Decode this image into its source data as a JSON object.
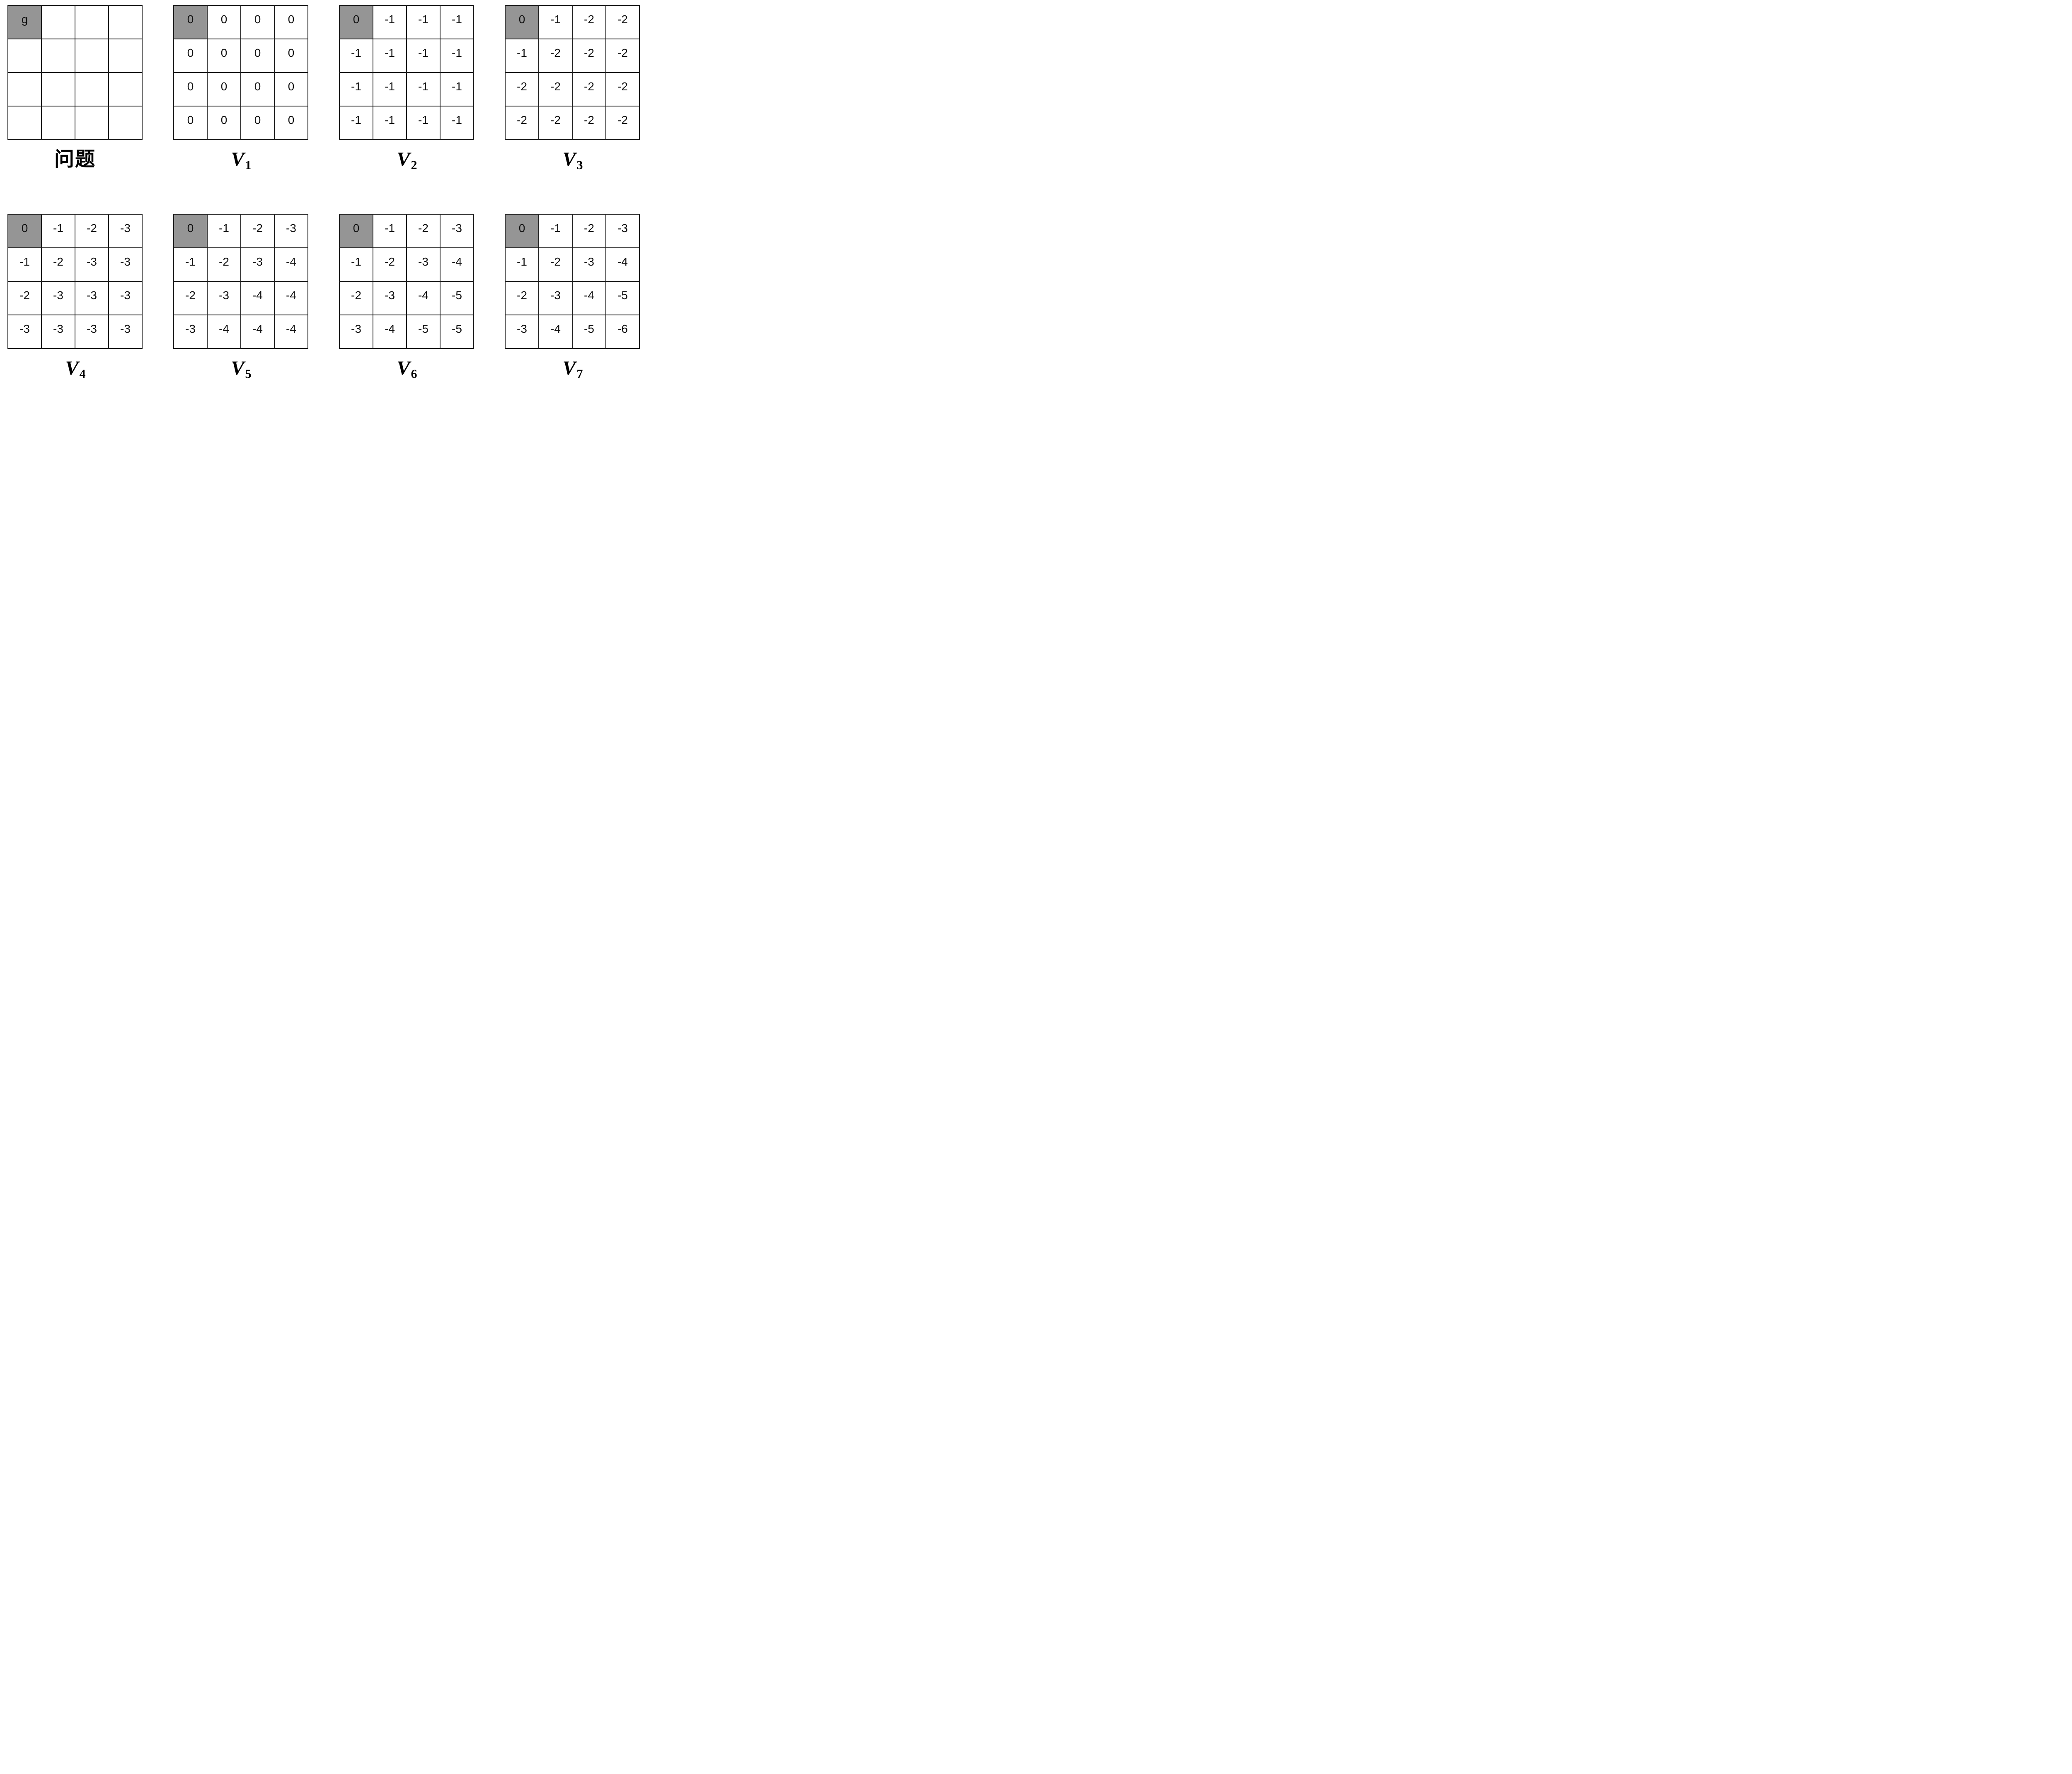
{
  "colors": {
    "goal_cell_fill": "#959595",
    "grid_line": "#1c1c1c",
    "cell_fill": "#ffffff",
    "text": "#111111"
  },
  "grids": [
    {
      "id": "problem",
      "caption": {
        "base": "问题",
        "sub": "",
        "cjk": true
      },
      "goal": [
        0,
        0
      ],
      "cells": [
        [
          "g",
          "",
          "",
          ""
        ],
        [
          "",
          "",
          "",
          ""
        ],
        [
          "",
          "",
          "",
          ""
        ],
        [
          "",
          "",
          "",
          ""
        ]
      ]
    },
    {
      "id": "v1",
      "caption": {
        "base": "V",
        "sub": "1",
        "cjk": false
      },
      "goal": [
        0,
        0
      ],
      "cells": [
        [
          "0",
          "0",
          "0",
          "0"
        ],
        [
          "0",
          "0",
          "0",
          "0"
        ],
        [
          "0",
          "0",
          "0",
          "0"
        ],
        [
          "0",
          "0",
          "0",
          "0"
        ]
      ]
    },
    {
      "id": "v2",
      "caption": {
        "base": "V",
        "sub": "2",
        "cjk": false
      },
      "goal": [
        0,
        0
      ],
      "cells": [
        [
          "0",
          "-1",
          "-1",
          "-1"
        ],
        [
          "-1",
          "-1",
          "-1",
          "-1"
        ],
        [
          "-1",
          "-1",
          "-1",
          "-1"
        ],
        [
          "-1",
          "-1",
          "-1",
          "-1"
        ]
      ]
    },
    {
      "id": "v3",
      "caption": {
        "base": "V",
        "sub": "3",
        "cjk": false
      },
      "goal": [
        0,
        0
      ],
      "cells": [
        [
          "0",
          "-1",
          "-2",
          "-2"
        ],
        [
          "-1",
          "-2",
          "-2",
          "-2"
        ],
        [
          "-2",
          "-2",
          "-2",
          "-2"
        ],
        [
          "-2",
          "-2",
          "-2",
          "-2"
        ]
      ]
    },
    {
      "id": "v4",
      "caption": {
        "base": "V",
        "sub": "4",
        "cjk": false
      },
      "goal": [
        0,
        0
      ],
      "cells": [
        [
          "0",
          "-1",
          "-2",
          "-3"
        ],
        [
          "-1",
          "-2",
          "-3",
          "-3"
        ],
        [
          "-2",
          "-3",
          "-3",
          "-3"
        ],
        [
          "-3",
          "-3",
          "-3",
          "-3"
        ]
      ]
    },
    {
      "id": "v5",
      "caption": {
        "base": "V",
        "sub": "5",
        "cjk": false
      },
      "goal": [
        0,
        0
      ],
      "cells": [
        [
          "0",
          "-1",
          "-2",
          "-3"
        ],
        [
          "-1",
          "-2",
          "-3",
          "-4"
        ],
        [
          "-2",
          "-3",
          "-4",
          "-4"
        ],
        [
          "-3",
          "-4",
          "-4",
          "-4"
        ]
      ]
    },
    {
      "id": "v6",
      "caption": {
        "base": "V",
        "sub": "6",
        "cjk": false
      },
      "goal": [
        0,
        0
      ],
      "cells": [
        [
          "0",
          "-1",
          "-2",
          "-3"
        ],
        [
          "-1",
          "-2",
          "-3",
          "-4"
        ],
        [
          "-2",
          "-3",
          "-4",
          "-5"
        ],
        [
          "-3",
          "-4",
          "-5",
          "-5"
        ]
      ]
    },
    {
      "id": "v7",
      "caption": {
        "base": "V",
        "sub": "7",
        "cjk": false
      },
      "goal": [
        0,
        0
      ],
      "cells": [
        [
          "0",
          "-1",
          "-2",
          "-3"
        ],
        [
          "-1",
          "-2",
          "-3",
          "-4"
        ],
        [
          "-2",
          "-3",
          "-4",
          "-5"
        ],
        [
          "-3",
          "-4",
          "-5",
          "-6"
        ]
      ]
    }
  ]
}
